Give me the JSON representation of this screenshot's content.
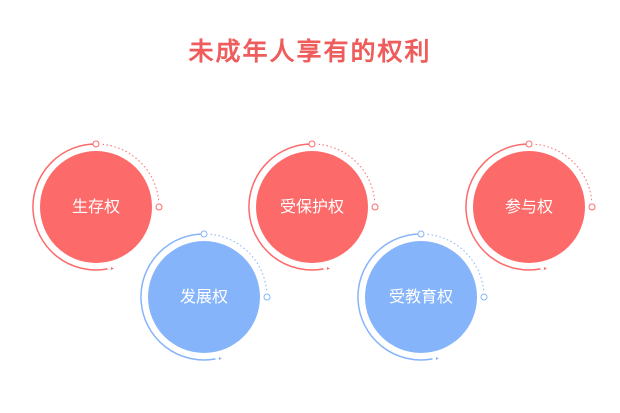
{
  "title": "未成年人享有的权利",
  "colors": {
    "title": "#ee5c5c",
    "red": "#fd6a6a",
    "blue": "#86b4fb"
  },
  "nodes": [
    {
      "label": "生存权",
      "tone": "red"
    },
    {
      "label": "发展权",
      "tone": "blue"
    },
    {
      "label": "受保护权",
      "tone": "red"
    },
    {
      "label": "受教育权",
      "tone": "blue"
    },
    {
      "label": "参与权",
      "tone": "red"
    }
  ]
}
